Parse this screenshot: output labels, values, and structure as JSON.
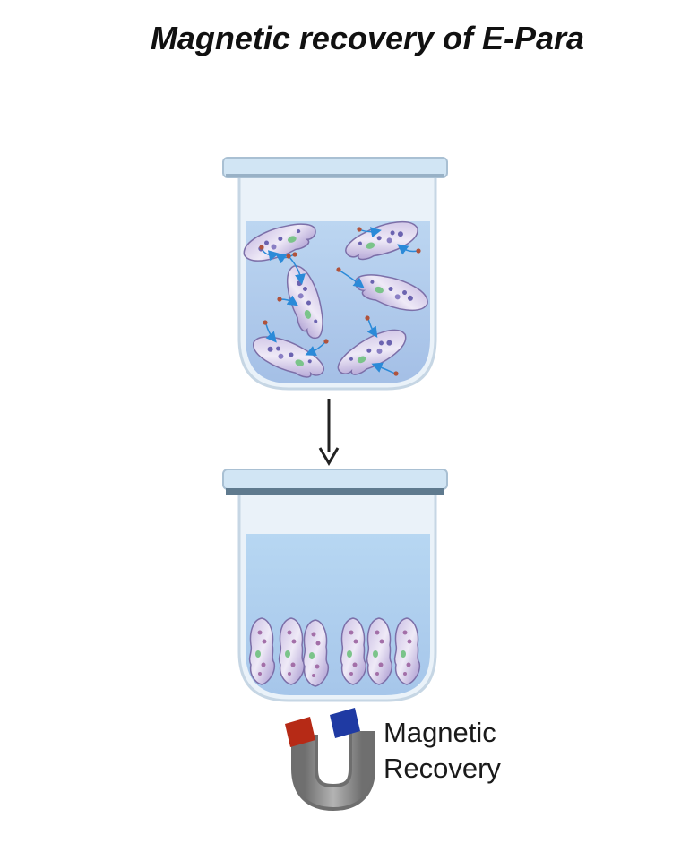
{
  "title": "Magnetic recovery of E-Para",
  "magnet_label_line1": "Magnetic",
  "magnet_label_line2": "Recovery",
  "colors": {
    "beaker_rim": "#cfe3f3",
    "beaker_rim_edge": "#9fb6c8",
    "beaker_wall": "#d7e6f2",
    "liquid": "#a9c9ec",
    "cell_body": "#b7a9d6",
    "cell_edge": "#7c6fa8",
    "nanoparticle": "#b0523b",
    "flow_arrow": "#2b8ad8",
    "magnet_north": "#b62a16",
    "magnet_south": "#1f3aa3",
    "magnet_body": "#8a8a8a"
  }
}
